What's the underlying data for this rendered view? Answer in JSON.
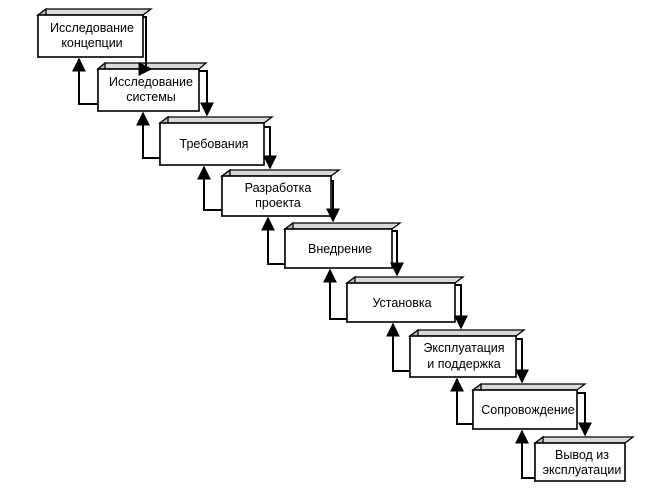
{
  "stages": [
    {
      "line1": "Исследование",
      "line2": "концепции"
    },
    {
      "line1": "Исследование",
      "line2": "системы"
    },
    {
      "line1": "Требования",
      "line2": ""
    },
    {
      "line1": "Разработка",
      "line2": "проекта"
    },
    {
      "line1": "Внедрение",
      "line2": ""
    },
    {
      "line1": "Установка",
      "line2": ""
    },
    {
      "line1": "Эксплуатация",
      "line2": "и поддержка"
    },
    {
      "line1": "Сопровождение",
      "line2": ""
    },
    {
      "line1": "Вывод из",
      "line2": "эксплуатации"
    }
  ]
}
